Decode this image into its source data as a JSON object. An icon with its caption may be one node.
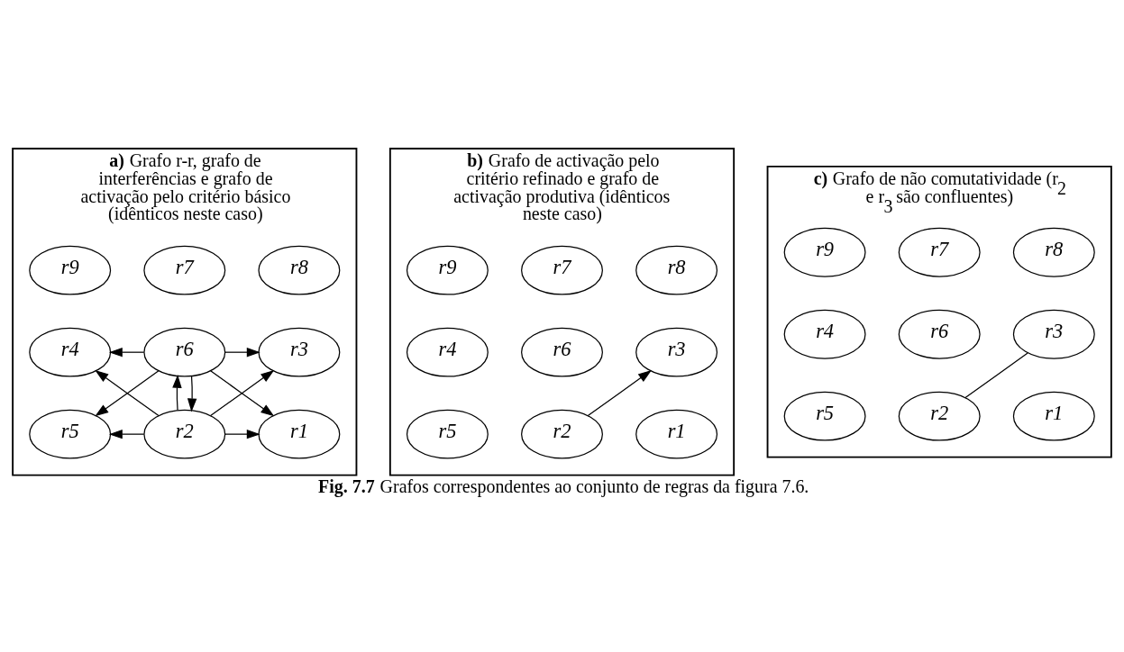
{
  "diagram": {
    "caption": "**Fig. 7.7** Grafos correspondentes ao conjunto de regras da figura 7.6.",
    "nodes": [
      {
        "text": [
          "**a)** Grafo r-r, grafo de interferências e grafo de activação pelo critério básico (idênticos neste caso)"
        ]
      },
      {
        "text": [
          "r9"
        ],
        "in": 0
      },
      {
        "text": [
          "r7"
        ],
        "in": 0
      },
      {
        "text": [
          "r8"
        ],
        "in": 0
      },
      {
        "text": [
          "r4"
        ],
        "in": 0
      },
      {
        "text": [
          "r6"
        ],
        "in": 0
      },
      {
        "text": [
          "r3"
        ],
        "in": 0
      },
      {
        "text": [
          "r5"
        ],
        "in": 0
      },
      {
        "text": [
          "r2"
        ],
        "in": 0
      },
      {
        "text": [
          "r1"
        ],
        "in": 0
      },
      {
        "text": [
          "**b)** Grafo de activação pelo critério refinado e grafo de activação produtiva (idênticos neste caso)"
        ]
      },
      {
        "text": [
          "r9"
        ],
        "in": 10
      },
      {
        "text": [
          "r7"
        ],
        "in": 10
      },
      {
        "text": [
          "r8"
        ],
        "in": 10
      },
      {
        "text": [
          "r4"
        ],
        "in": 10
      },
      {
        "text": [
          "r6"
        ],
        "in": 10
      },
      {
        "text": [
          "r3"
        ],
        "in": 10
      },
      {
        "text": [
          "r5"
        ],
        "in": 10
      },
      {
        "text": [
          "r2"
        ],
        "in": 10
      },
      {
        "text": [
          "r1"
        ],
        "in": 10
      },
      {
        "text": [
          "**c)** Grafo de não comutatividade (r$_{2}$ e r$_{3}$ são confluentes)"
        ]
      },
      {
        "text": [
          "r9"
        ],
        "in": 20
      },
      {
        "text": [
          "r7"
        ],
        "in": 20
      },
      {
        "text": [
          "r8"
        ],
        "in": 20
      },
      {
        "text": [
          "r4"
        ],
        "in": 20
      },
      {
        "text": [
          "r6"
        ],
        "in": 20
      },
      {
        "text": [
          "r3"
        ],
        "in": 20
      },
      {
        "text": [
          "r5"
        ],
        "in": 20
      },
      {
        "text": [
          "r2"
        ],
        "in": 20
      },
      {
        "text": [
          "r1"
        ],
        "in": 20
      }
    ],
    "edges": [
      {
        "from": 5,
        "to": 4,
        "arrow": "to"
      },
      {
        "from": 5,
        "to": 7,
        "arrow": "to"
      },
      {
        "from": 5,
        "to": 9,
        "arrow": "to"
      },
      {
        "from": 5,
        "to": 8,
        "arrow": "to"
      },
      {
        "from": 8,
        "to": 5,
        "arrow": "to"
      },
      {
        "from": 5,
        "to": 6,
        "arrow": "to"
      },
      {
        "from": 8,
        "to": 4,
        "arrow": "to"
      },
      {
        "from": 8,
        "to": 7,
        "arrow": "to"
      },
      {
        "from": 8,
        "to": 9,
        "arrow": "to"
      },
      {
        "from": 8,
        "to": 6,
        "arrow": "to"
      },
      {
        "from": 18,
        "to": 16,
        "arrow": "to"
      },
      {
        "from": 28,
        "to": 26,
        "arrow": "none"
      }
    ]
  }
}
